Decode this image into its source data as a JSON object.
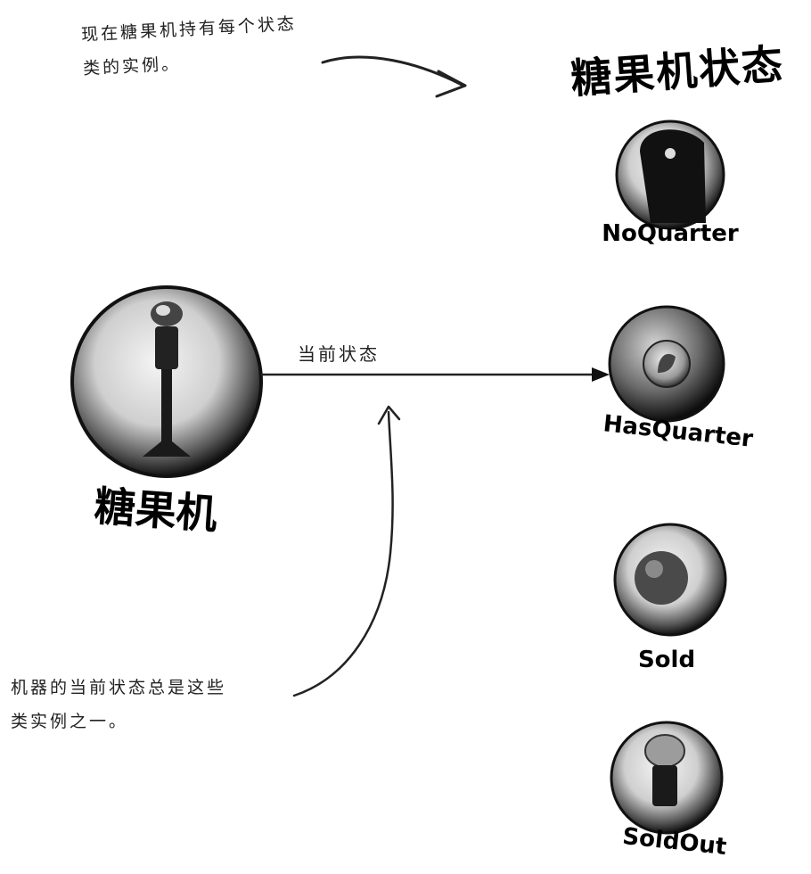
{
  "top_note": {
    "line1": "现在糖果机持有每个状态",
    "line2": "类的实例。"
  },
  "states_title": "糖果机状态",
  "machine_label": "糖果机",
  "arrow_label": "当前状态",
  "bottom_note": {
    "line1": "机器的当前状态总是这些",
    "line2": "类实例之一。"
  },
  "states": [
    {
      "label": "NoQuarter",
      "icon": "hand-silhouette-icon"
    },
    {
      "label": "HasQuarter",
      "icon": "quarter-coin-icon"
    },
    {
      "label": "Sold",
      "icon": "gumball-icon"
    },
    {
      "label": "SoldOut",
      "icon": "empty-machine-icon"
    }
  ]
}
